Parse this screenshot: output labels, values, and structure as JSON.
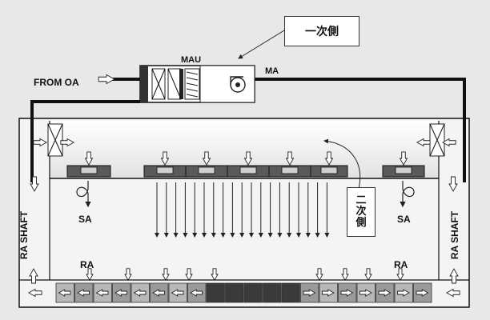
{
  "labels": {
    "from_oa": "FROM OA",
    "mau": "MAU",
    "ma": "MA",
    "primary_side": "一次側",
    "secondary_side_lines": [
      "二",
      "次",
      "側"
    ],
    "sa": "SA",
    "ra": "RA",
    "ra_shaft": "RA SHAFT"
  },
  "colors": {
    "background": "#e8e8e8",
    "duct": "#111111",
    "fan_filter_unit": "#5a5a5a",
    "clean_room": "#f4f4f4"
  },
  "icons": [
    "fan-icon",
    "damper-icon",
    "filter-icon",
    "coil-icon",
    "airflow-arrow-icon"
  ]
}
